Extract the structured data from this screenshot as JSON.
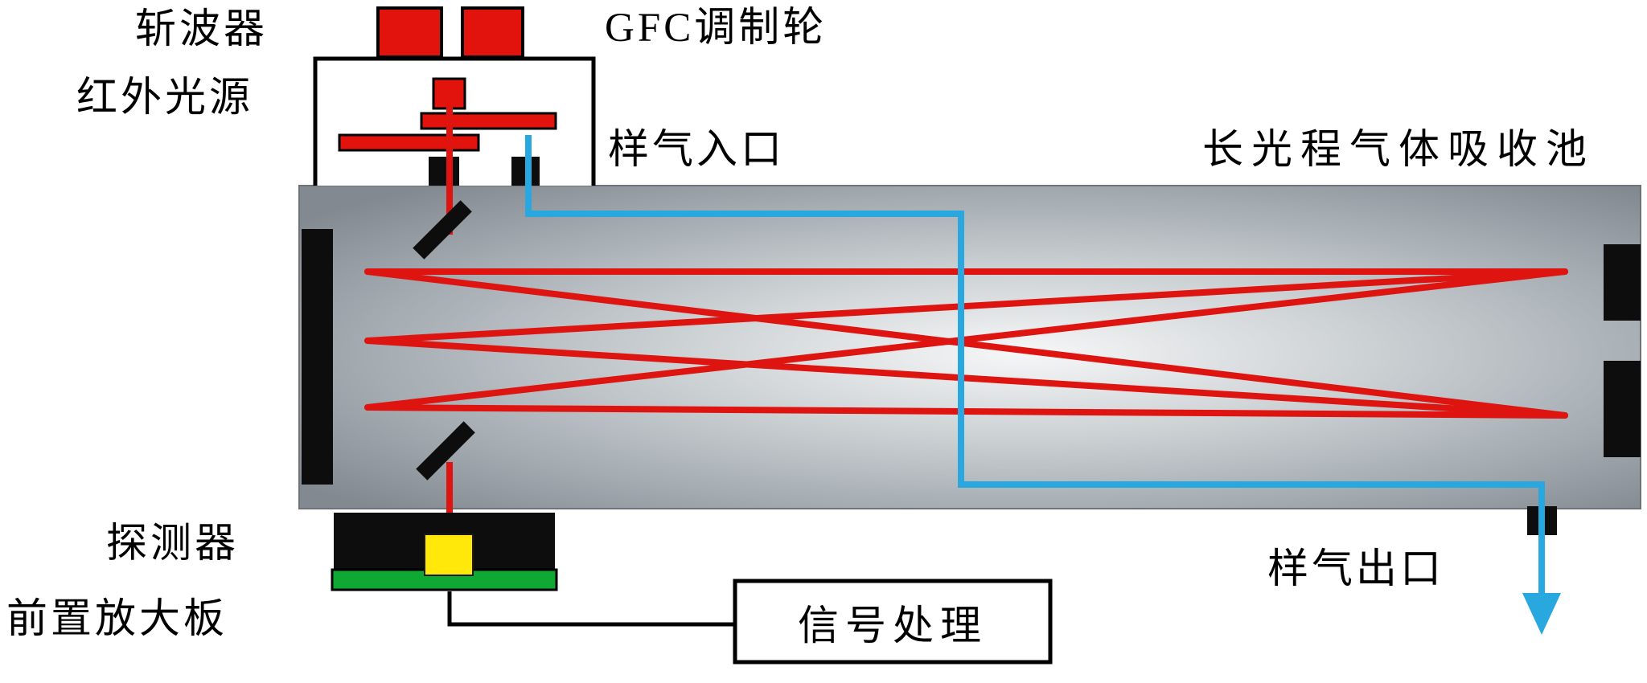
{
  "diagram": {
    "labels": {
      "chopper": "斩波器",
      "ir_source": "红外光源",
      "gfc_wheel": "GFC调制轮",
      "gas_inlet": "样气入口",
      "absorption_cell": "长光程气体吸收池",
      "detector": "探测器",
      "preamp_board": "前置放大板",
      "signal_processing": "信号处理",
      "gas_outlet": "样气出口"
    },
    "colors": {
      "component_red": "#e2120c",
      "beam_red": "#de1410",
      "gas_path_blue": "#29a8e0",
      "pcb_green": "#0fa832",
      "detector_yellow": "#ffe80a",
      "cell_gray_light": "#f5f6f7",
      "cell_gray_dark": "#828990"
    }
  }
}
